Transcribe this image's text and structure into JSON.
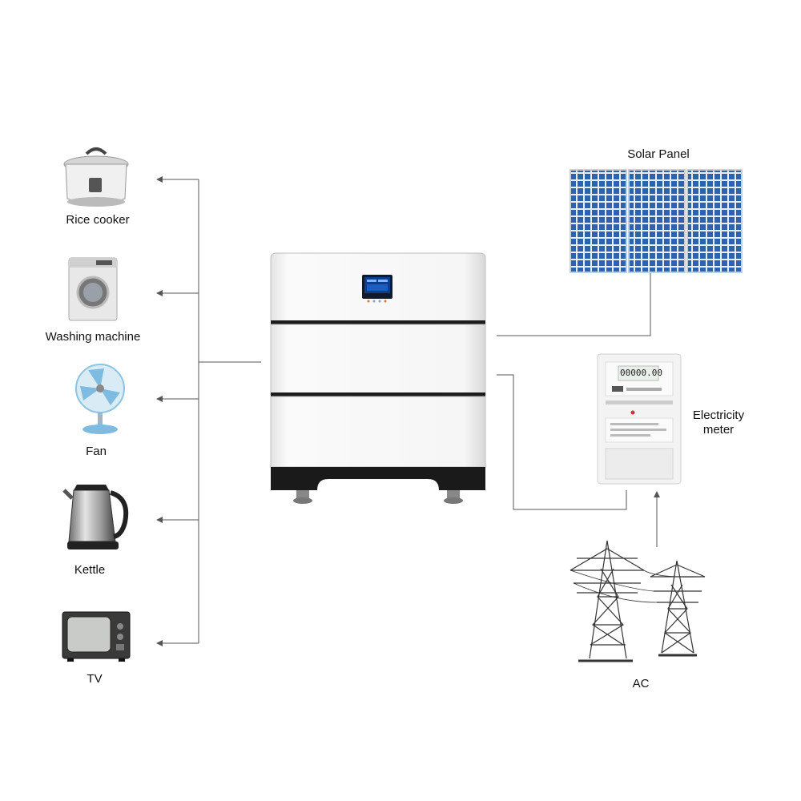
{
  "appliances": {
    "rice_cooker": "Rice cooker",
    "washing_machine": "Washing machine",
    "fan": "Fan",
    "kettle": "Kettle",
    "tv": "TV"
  },
  "sources": {
    "solar_panel": "Solar Panel",
    "electricity_meter": "Electricity meter",
    "ac": "AC"
  },
  "meter_display": "00000.00",
  "colors": {
    "line": "#555555",
    "battery_body": "#f2f2f2",
    "battery_base": "#1a1a1a",
    "solar_cell": "#2e5fa8",
    "solar_frame": "#cfd8e3",
    "screen": "#0d3d8f"
  }
}
